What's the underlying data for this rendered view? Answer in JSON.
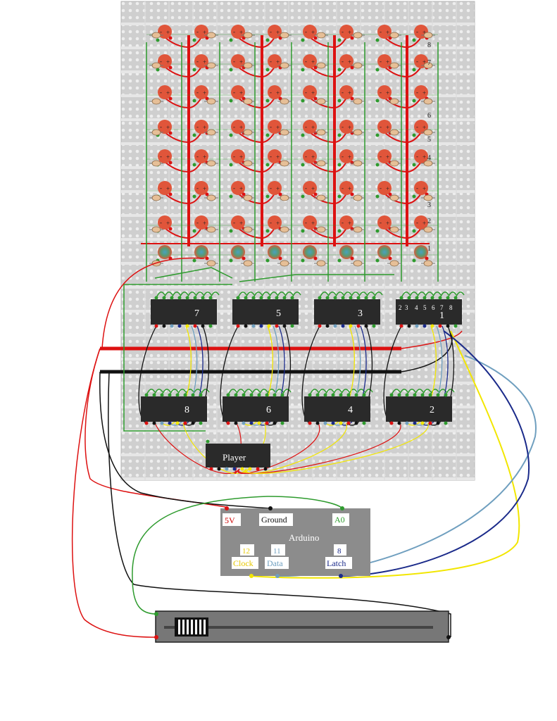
{
  "board": {
    "row_labels": [
      "8",
      "7",
      "6",
      "5",
      "4",
      "3",
      "2",
      "1"
    ]
  },
  "chips": [
    {
      "id": "chip-7",
      "label": "7"
    },
    {
      "id": "chip-5",
      "label": "5"
    },
    {
      "id": "chip-3",
      "label": "3"
    },
    {
      "id": "chip-1",
      "label": "1"
    },
    {
      "id": "chip-8",
      "label": "8"
    },
    {
      "id": "chip-6",
      "label": "6"
    },
    {
      "id": "chip-4",
      "label": "4"
    },
    {
      "id": "chip-2",
      "label": "2"
    }
  ],
  "chip1_pin_labels": [
    "2",
    "3",
    "4",
    "5",
    "6",
    "7",
    "8"
  ],
  "player_chip": {
    "label": "Player"
  },
  "arduino": {
    "title": "Arduino",
    "five_v": "5V",
    "ground": "Ground",
    "a0": "A0",
    "pin12": "12",
    "clock": "Clock",
    "pin11": "11",
    "data": "Data",
    "pin8": "8",
    "latch": "Latch"
  },
  "colors": {
    "power": "#dd1111",
    "ground": "#111111",
    "signal_green": "#2e9b2e",
    "clock_yellow": "#f2e600",
    "data_lightblue": "#6f9fbf",
    "latch_navy": "#1a2a8a",
    "led_red": "#e0553a",
    "board_bg": "#cfcfcf",
    "chip_body": "#2a2a2a",
    "arduino_body": "#8c8c8c"
  }
}
